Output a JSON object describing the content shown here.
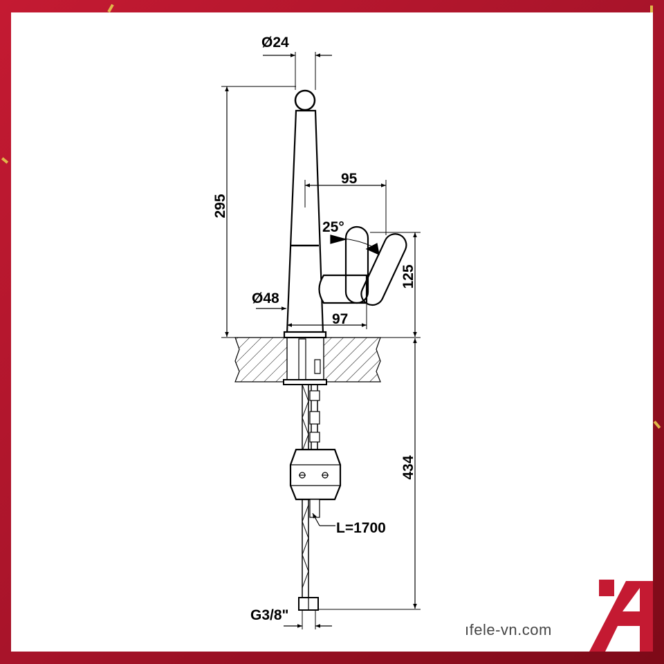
{
  "dimensions": {
    "spout_diameter": "Ø24",
    "height": "295",
    "reach": "95",
    "handle_angle": "25°",
    "handle_height": "125",
    "base_diameter": "Ø48",
    "handle_reach": "97",
    "hose_drop": "434",
    "hose_length": "L=1700",
    "connection": "G3/8\""
  },
  "watermark": {
    "site": "ıfele-vn.com",
    "brand_color": "#c41a32"
  },
  "colors": {
    "frame": "#a8142a",
    "line": "#000000"
  }
}
